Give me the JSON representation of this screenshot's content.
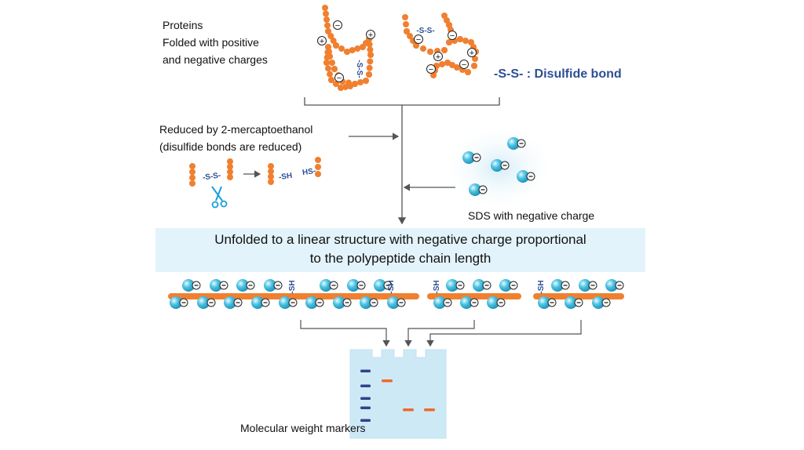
{
  "labels": {
    "proteins_title": "Proteins",
    "proteins_line2": "Folded with positive",
    "proteins_line3": "and negative charges",
    "disulfide_note": "-S-S- : Disulfide bond",
    "reduced_line1": "Reduced by 2-mercaptoethanol",
    "reduced_line2": "(disulfide bonds are reduced)",
    "sds_label": "SDS with negative charge",
    "banner_line1": "Unfolded to a linear structure with negative charge proportional",
    "banner_line2": "to the polypeptide chain length",
    "markers_label": "Molecular weight markers",
    "ss_text": "-S-S-",
    "sh_text": "-SH",
    "hs_text": "HS-",
    "sh_vertical": "-SH",
    "plus_sign": "+",
    "minus_sign": "−"
  },
  "colors": {
    "bead": "#f08030",
    "sds_ball": "#3fb3d7",
    "sds_glow": "#d6eef7",
    "gel": "#cde9f6",
    "marker_band": "#33428a",
    "sample_band": "#f06a2a",
    "line": "#555555",
    "bond_text": "#2d4f94",
    "scissors": "#1aa0d8"
  },
  "icons": {
    "cut_tool": "scissors-icon"
  }
}
